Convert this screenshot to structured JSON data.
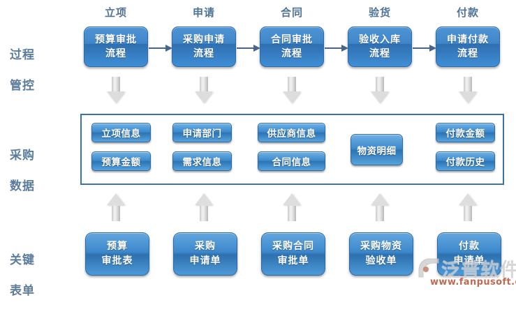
{
  "diagram": {
    "row_labels": [
      {
        "id": "process-control",
        "line1": "过程",
        "line2": "管控"
      },
      {
        "id": "procurement-data",
        "line1": "采购",
        "line2": "数据"
      },
      {
        "id": "key-forms",
        "line1": "关键",
        "line2": "表单"
      }
    ],
    "column_captions": [
      {
        "id": "project-setup",
        "label": "立项"
      },
      {
        "id": "application",
        "label": "申请"
      },
      {
        "id": "contract",
        "label": "合同"
      },
      {
        "id": "inspection",
        "label": "验货"
      },
      {
        "id": "payment",
        "label": "付款"
      }
    ],
    "process_boxes": [
      {
        "id": "budget-approval-flow",
        "line1": "预算审批",
        "line2": "流程"
      },
      {
        "id": "purchase-request-flow",
        "line1": "采购申请",
        "line2": "流程"
      },
      {
        "id": "contract-approval-flow",
        "line1": "合同审批",
        "line2": "流程"
      },
      {
        "id": "acceptance-storage-flow",
        "line1": "验收入库",
        "line2": "流程"
      },
      {
        "id": "payment-request-flow",
        "line1": "申请付款",
        "line2": "流程"
      }
    ],
    "data_pills": [
      {
        "id": "project-info",
        "label": "立项信息"
      },
      {
        "id": "budget-amount",
        "label": "预算金额"
      },
      {
        "id": "request-dept",
        "label": "申请部门"
      },
      {
        "id": "demand-info",
        "label": "需求信息"
      },
      {
        "id": "supplier-info",
        "label": "供应商信息"
      },
      {
        "id": "contract-info",
        "label": "合同信息"
      },
      {
        "id": "material-detail",
        "label": "物资明细"
      },
      {
        "id": "payment-amount",
        "label": "付款金额"
      },
      {
        "id": "payment-history",
        "label": "付款历史"
      }
    ],
    "form_boxes": [
      {
        "id": "budget-approval-form",
        "line1": "预算",
        "line2": "审批表"
      },
      {
        "id": "purchase-request-form",
        "line1": "采购",
        "line2": "申请单"
      },
      {
        "id": "purchase-contract-form",
        "line1": "采购合同",
        "line2": "审批单"
      },
      {
        "id": "goods-acceptance-form",
        "line1": "采购物资",
        "line2": "验收单"
      },
      {
        "id": "payment-request-form",
        "line1": "付款",
        "line2": "申请单"
      }
    ],
    "watermark": {
      "brand": "泛普软件",
      "url": "www.fanpusoft.com"
    },
    "colors": {
      "label_blue": "#5b7c9d",
      "box_blue": "#3d88cc",
      "panel_border": "#3b72ad",
      "arrow_grey": "#dedede",
      "connector": "#46658a",
      "watermark_text": "#cfcfcf",
      "watermark_url": "#b04a2e"
    }
  }
}
